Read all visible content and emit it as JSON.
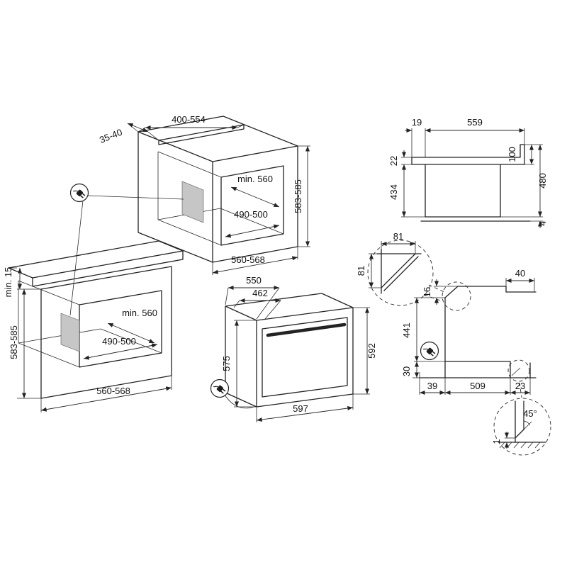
{
  "meta": {
    "background": "#ffffff",
    "line_color": "#232323",
    "shade_color": "#c6c6c6"
  },
  "icons": {
    "plug": "power-plug-icon"
  },
  "views": {
    "tall_cabinet": {
      "dims": {
        "top_depth": "400-554",
        "top_rear_gap": "35-40",
        "niche_depth": "min. 560",
        "niche_width": "490-500",
        "outer_width": "560-568",
        "niche_height": "583-585"
      }
    },
    "base_cabinet": {
      "dims": {
        "counter_gap": "min. 15",
        "niche_height": "583-585",
        "niche_depth": "min. 560",
        "niche_width": "490-500",
        "outer_width": "560-568"
      }
    },
    "oven": {
      "dims": {
        "depth_total": "550",
        "depth_body": "462",
        "height_front": "575",
        "height_back": "592",
        "width": "597"
      }
    },
    "side_view": {
      "dims": {
        "front_offset": "19",
        "top_length": "559",
        "rear_drop": "100",
        "top_thickness": "22",
        "body_height": "434",
        "overall_height": "480",
        "bottom_gap": "4"
      }
    },
    "corner_detail": {
      "dims": {
        "cut_width": "81",
        "cut_height": "81"
      }
    },
    "section_view": {
      "dims": {
        "top_gap": "16",
        "rear_top_gap": "40",
        "front_height": "441",
        "bottom_gap": "30",
        "front_gap": "39",
        "depth": "509",
        "rear_gap": "23"
      }
    },
    "chamfer_detail": {
      "dims": {
        "angle": "45°",
        "edge_gap": "1"
      }
    }
  }
}
